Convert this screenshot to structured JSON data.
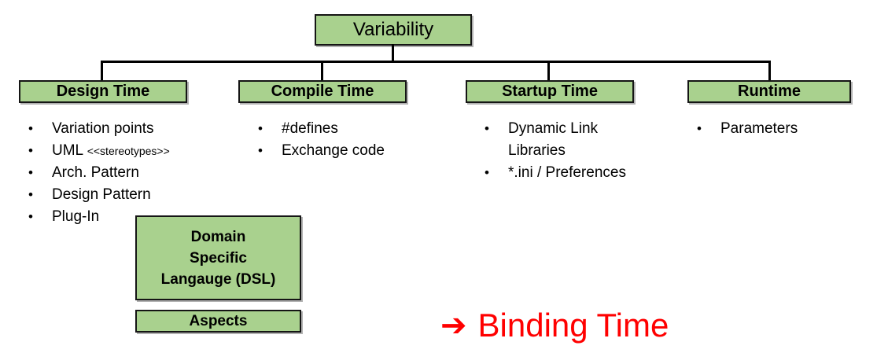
{
  "diagram": {
    "root": {
      "label": "Variability"
    },
    "columns": [
      {
        "header": "Design Time",
        "items": [
          {
            "text": "Variation points"
          },
          {
            "text": "UML",
            "suffix": "<<stereotypes>>"
          },
          {
            "text": "Arch. Pattern"
          },
          {
            "text": "Design Pattern"
          },
          {
            "text": "Plug-In"
          }
        ]
      },
      {
        "header": "Compile Time",
        "items": [
          {
            "text": "#defines"
          },
          {
            "text": "Exchange code"
          }
        ]
      },
      {
        "header": "Startup Time",
        "items": [
          {
            "text": "Dynamic Link\nLibraries"
          },
          {
            "text": "*.ini / Preferences"
          }
        ]
      },
      {
        "header": "Runtime",
        "items": [
          {
            "text": "Parameters"
          }
        ]
      }
    ],
    "extra_boxes": {
      "dsl": {
        "label": "Domain\nSpecific\nLangauge (DSL)"
      },
      "aspects": {
        "label": "Aspects"
      }
    },
    "callout": {
      "icon": "arrow-right-icon",
      "arrow_glyph": "➔",
      "label": "Binding Time",
      "color": "#ff0000"
    },
    "bullet_glyph": "•",
    "colors": {
      "box_fill": "#a9d18e",
      "box_border": "#151515",
      "line": "#000000",
      "callout_red": "#ff0000"
    }
  }
}
